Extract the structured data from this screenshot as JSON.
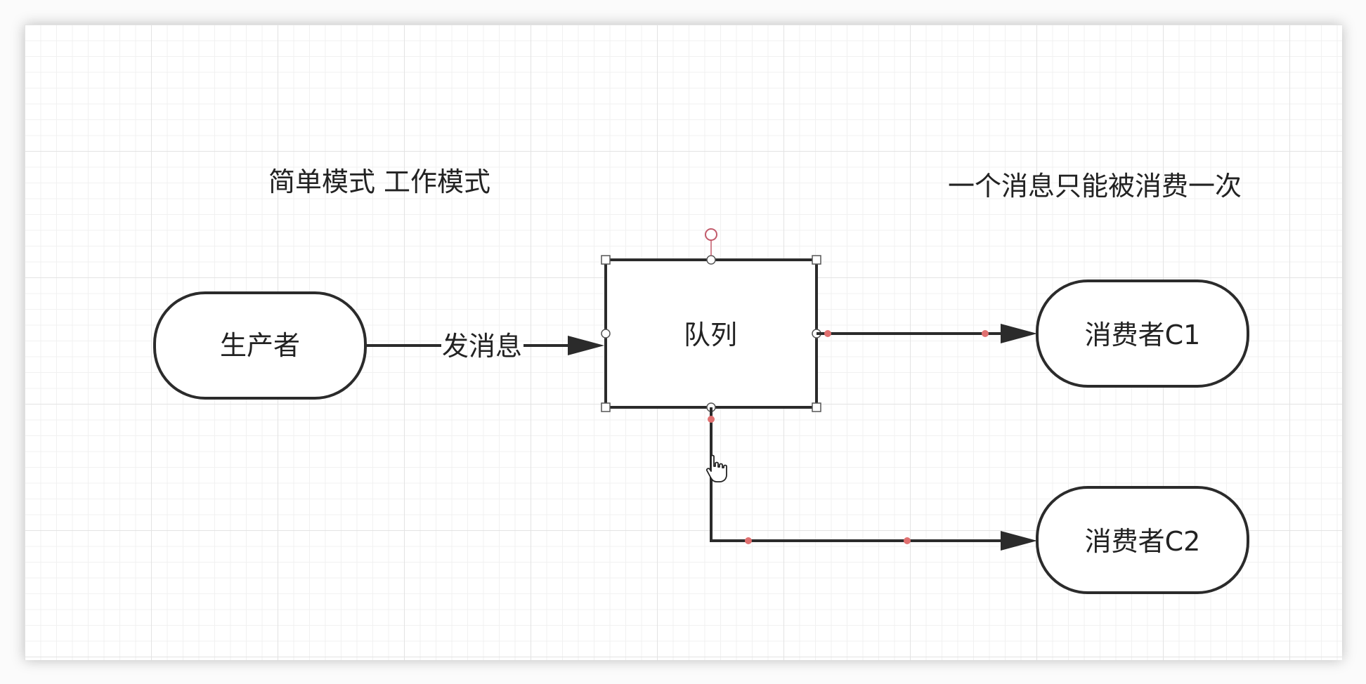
{
  "annotations": {
    "top_left": "简单模式  工作模式",
    "top_right": "一个消息只能被消费一次"
  },
  "nodes": {
    "producer": "生产者",
    "queue": "队列",
    "consumer1": "消费者C1",
    "consumer2": "消费者C2"
  },
  "edges": {
    "send_message": "发消息"
  },
  "colors": {
    "stroke": "#2b2b2b",
    "selection_handle": "#e07070",
    "background_grid": "#e3e3e3"
  }
}
